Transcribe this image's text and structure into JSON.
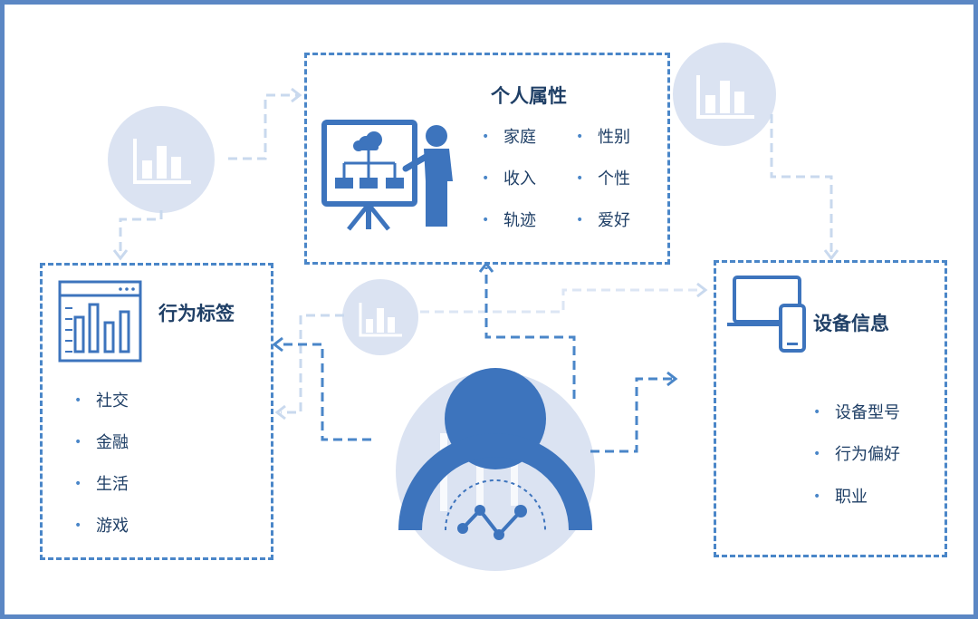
{
  "boxes": {
    "personal": {
      "title": "个人属性",
      "items": [
        "家庭",
        "性别",
        "收入",
        "个性",
        "轨迹",
        "爱好"
      ]
    },
    "behavior": {
      "title": "行为标签",
      "items": [
        "社交",
        "金融",
        "生活",
        "游戏"
      ]
    },
    "device": {
      "title": "设备信息",
      "items": [
        "设备型号",
        "行为偏好",
        "职业"
      ]
    }
  },
  "colors": {
    "accent": "#3d74bd",
    "dashed": "#4a86c8",
    "light_dashed": "#c9d9ee",
    "circle_fill": "#dbe3f2",
    "frame": "#5b87c4",
    "text": "#1f3f66"
  },
  "icons": [
    "bar-chart-icon",
    "presentation-icon",
    "dashboard-icon",
    "devices-icon",
    "user-analytics-icon"
  ]
}
